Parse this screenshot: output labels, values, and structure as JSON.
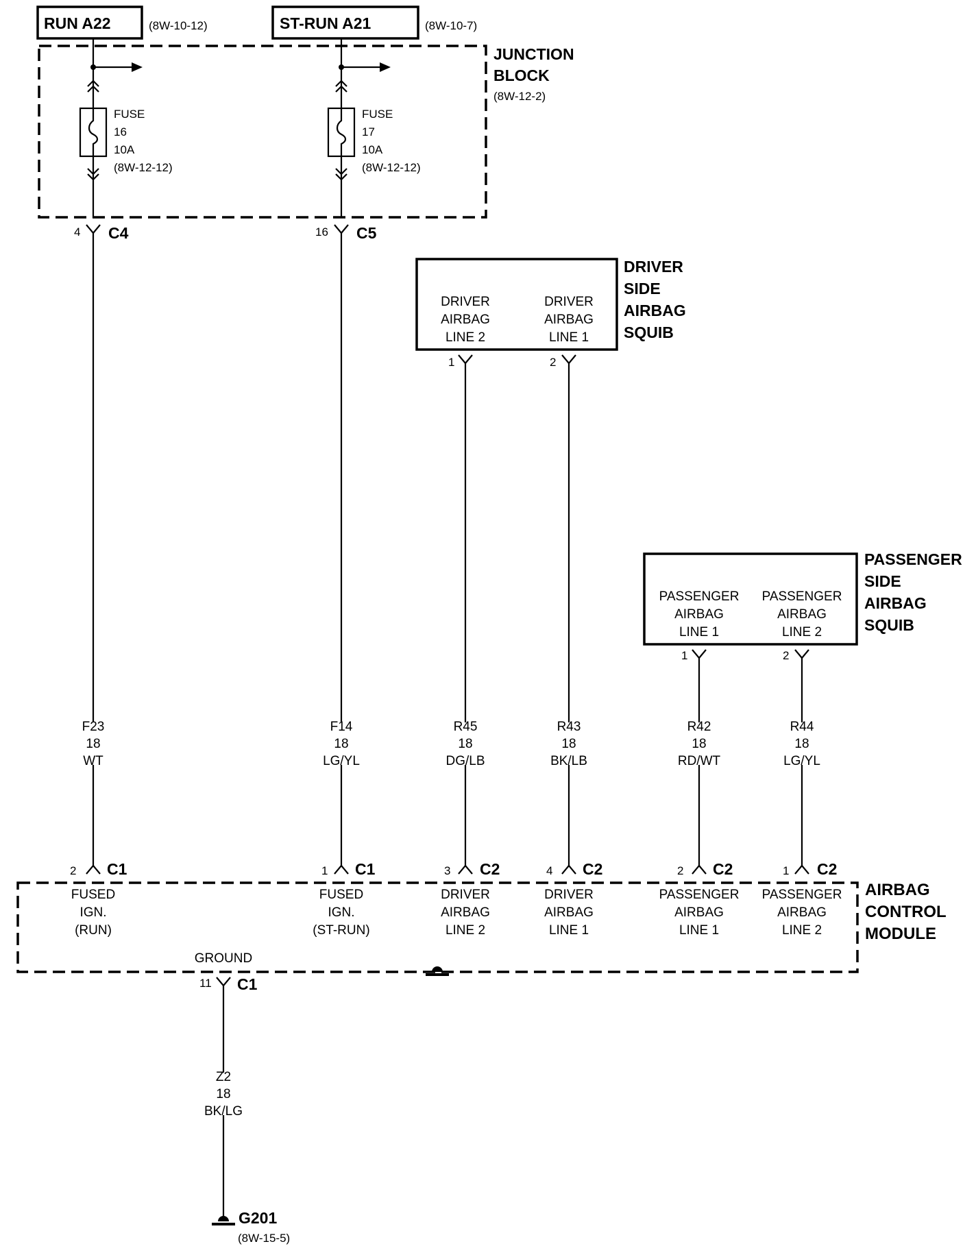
{
  "sources": [
    {
      "name": "RUN A22",
      "ref": "(8W-10-12)"
    },
    {
      "name": "ST-RUN A21",
      "ref": "(8W-10-7)"
    }
  ],
  "junction_block": {
    "title_l1": "JUNCTION",
    "title_l2": "BLOCK",
    "ref": "(8W-12-2)"
  },
  "fuses": [
    {
      "l1": "FUSE",
      "l2": "16",
      "l3": "10A",
      "l4": "(8W-12-12)"
    },
    {
      "l1": "FUSE",
      "l2": "17",
      "l3": "10A",
      "l4": "(8W-12-12)"
    }
  ],
  "jb_connectors": [
    {
      "pin": "4",
      "conn": "C4"
    },
    {
      "pin": "16",
      "conn": "C5"
    }
  ],
  "driver_squib": {
    "title": [
      "DRIVER",
      "SIDE",
      "AIRBAG",
      "SQUIB"
    ],
    "line2": [
      "DRIVER",
      "AIRBAG",
      "LINE 2"
    ],
    "line1": [
      "DRIVER",
      "AIRBAG",
      "LINE 1"
    ],
    "pin_a": "1",
    "pin_b": "2"
  },
  "passenger_squib": {
    "title": [
      "PASSENGER",
      "SIDE",
      "AIRBAG",
      "SQUIB"
    ],
    "line1": [
      "PASSENGER",
      "AIRBAG",
      "LINE 1"
    ],
    "line2": [
      "PASSENGER",
      "AIRBAG",
      "LINE 2"
    ],
    "pin_a": "1",
    "pin_b": "2"
  },
  "wires": [
    {
      "circuit": "F23",
      "gauge": "18",
      "color": "WT"
    },
    {
      "circuit": "F14",
      "gauge": "18",
      "color": "LG/YL"
    },
    {
      "circuit": "R45",
      "gauge": "18",
      "color": "DG/LB"
    },
    {
      "circuit": "R43",
      "gauge": "18",
      "color": "BK/LB"
    },
    {
      "circuit": "R42",
      "gauge": "18",
      "color": "RD/WT"
    },
    {
      "circuit": "R44",
      "gauge": "18",
      "color": "LG/YL"
    }
  ],
  "module_pins": [
    {
      "pin": "2",
      "conn": "C1",
      "label": [
        "FUSED",
        "IGN.",
        "(RUN)"
      ]
    },
    {
      "pin": "1",
      "conn": "C1",
      "label": [
        "FUSED",
        "IGN.",
        "(ST-RUN)"
      ]
    },
    {
      "pin": "3",
      "conn": "C2",
      "label": [
        "DRIVER",
        "AIRBAG",
        "LINE 2"
      ]
    },
    {
      "pin": "4",
      "conn": "C2",
      "label": [
        "DRIVER",
        "AIRBAG",
        "LINE 1"
      ]
    },
    {
      "pin": "2",
      "conn": "C2",
      "label": [
        "PASSENGER",
        "AIRBAG",
        "LINE 1"
      ]
    },
    {
      "pin": "1",
      "conn": "C2",
      "label": [
        "PASSENGER",
        "AIRBAG",
        "LINE 2"
      ]
    }
  ],
  "module": {
    "title": [
      "AIRBAG",
      "CONTROL",
      "MODULE"
    ],
    "ground_label": "GROUND",
    "ground_pin": "11",
    "ground_conn": "C1"
  },
  "ground_wire": {
    "circuit": "Z2",
    "gauge": "18",
    "color": "BK/LG"
  },
  "ground_point": {
    "name": "G201",
    "ref": "(8W-15-5)"
  }
}
